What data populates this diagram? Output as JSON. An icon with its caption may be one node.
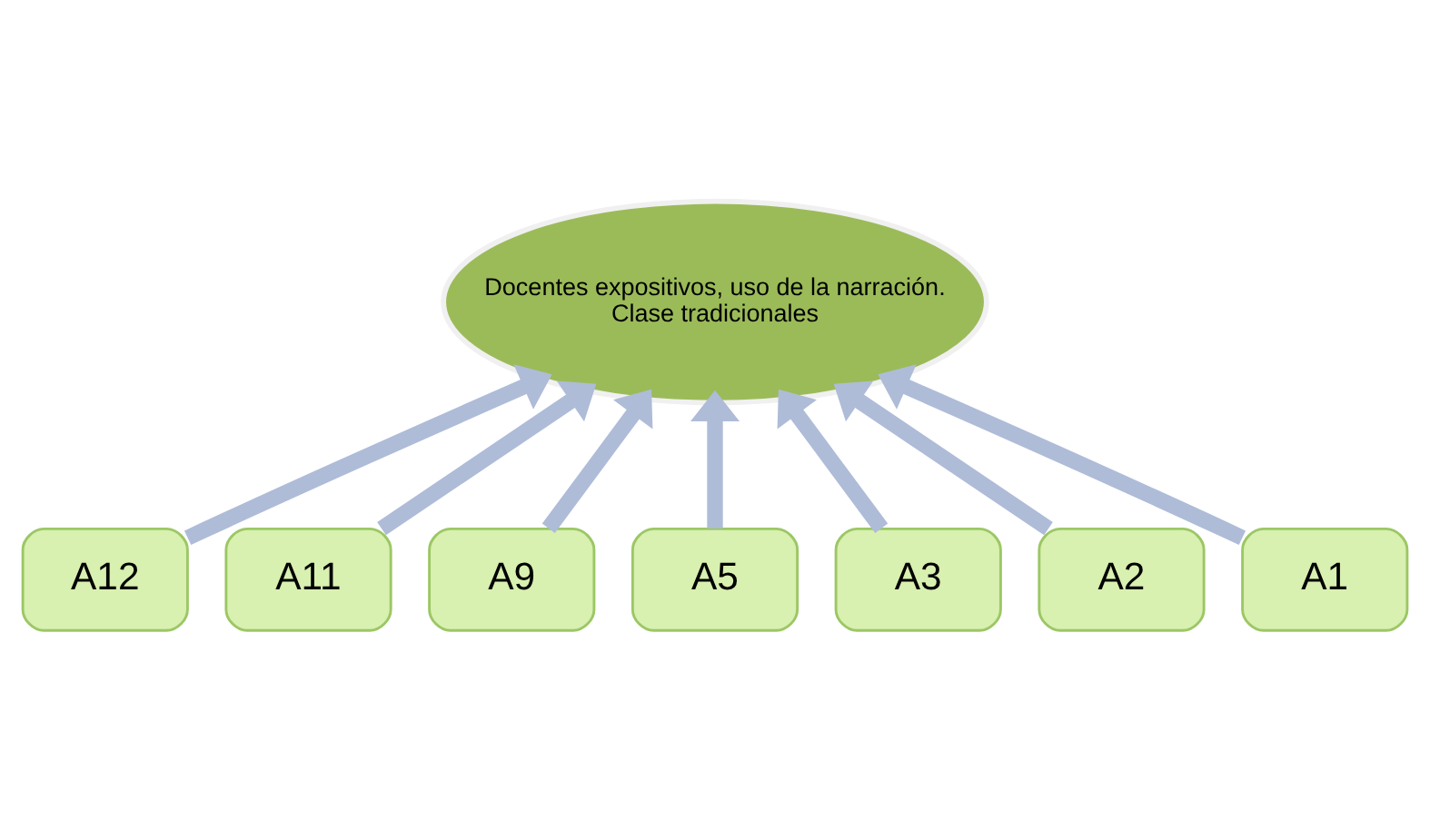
{
  "diagram": {
    "nodes": [
      {
        "text": [
          "A5"
        ]
      },
      {
        "text": [
          "A9"
        ]
      },
      {
        "text": [
          "A3"
        ]
      },
      {
        "text": [
          "A11"
        ]
      },
      {
        "text": [
          "A2"
        ]
      },
      {
        "text": [
          "A12"
        ]
      },
      {
        "text": [
          "A1"
        ]
      },
      {
        "text": [
          "Docentes expositivos, uso de la narración.",
          "Clase tradicionales"
        ]
      }
    ],
    "edges": [
      {
        "from": 0,
        "to": 7,
        "arrow": "to"
      },
      {
        "from": 1,
        "to": 7,
        "arrow": "to"
      },
      {
        "from": 2,
        "to": 7,
        "arrow": "to"
      },
      {
        "from": 3,
        "to": 7,
        "arrow": "to"
      },
      {
        "from": 4,
        "to": 7,
        "arrow": "to"
      },
      {
        "from": 5,
        "to": 7,
        "arrow": "to"
      },
      {
        "from": 6,
        "to": 7,
        "arrow": "to"
      }
    ]
  }
}
